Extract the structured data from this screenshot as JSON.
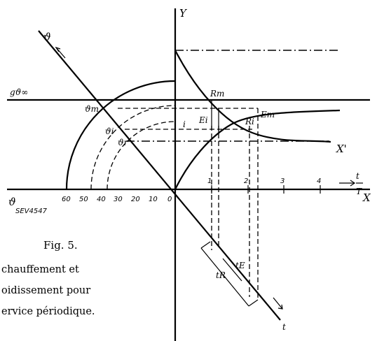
{
  "labels": {
    "y_axis": "Y",
    "x_axis": "X",
    "x_prime": "X'",
    "theta_axis": "ϑ",
    "theta_bottom": "ϑ",
    "theta_infinity": "gϑ∞",
    "theta_m": "ϑm",
    "theta_i": "ϑi",
    "theta_r": "ϑr",
    "R_m": "Rm",
    "E_m": "Em",
    "E_i": "Ei",
    "R_i": "Ri",
    "i": "i",
    "t_axis": "t",
    "t_over_T_num": "t",
    "t_over_T_den": "T",
    "t_E": "tE",
    "t_R": "tR",
    "sev": "SEV4547"
  },
  "x_ticks": [
    "1",
    "2",
    "3",
    "4"
  ],
  "angle_ticks": [
    "60",
    "50",
    "40",
    "30",
    "20",
    "10",
    "0"
  ],
  "caption": {
    "title": "Fig. 5.",
    "line1": "chauffement et",
    "line2": "oidissement pour",
    "line3": "ervice périodique."
  }
}
